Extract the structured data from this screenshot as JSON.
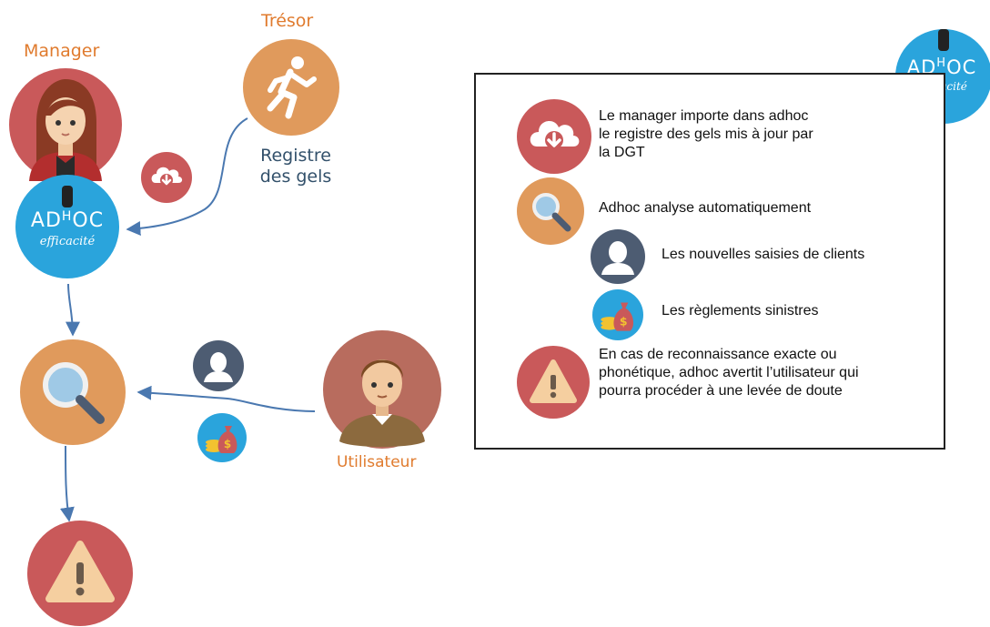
{
  "actors": {
    "manager": "Manager",
    "tresor": "Trésor",
    "utilisateur": "Utilisateur"
  },
  "registre": {
    "line1": "Registre",
    "line2": "des gels"
  },
  "logo": {
    "text_left": "AD",
    "text_right": "OC",
    "text_mid": "H",
    "tagline": "efficacité"
  },
  "legend": {
    "import": [
      "Le manager importe dans adhoc",
      "le registre des gels mis à jour par",
      "la DGT"
    ],
    "analyse": "Adhoc analyse automatiquement",
    "clients": "Les nouvelles saisies de clients",
    "reglements": "Les règlements sinistres",
    "alerte": [
      "En cas de reconnaissance exacte ou",
      "phonétique, adhoc avertit l’utilisateur qui",
      "pourra procéder à une levée de doute"
    ]
  },
  "colors": {
    "red": "#c9595a",
    "orange": "#e09a5c",
    "blue_logo": "#2aa4dc",
    "slate": "#4d5c72",
    "arrow": "#4a78b0",
    "label_orange": "#e07b2e"
  },
  "icons": {
    "download": "cloud-download-icon",
    "search": "magnifier-icon",
    "user": "user-silhouette-icon",
    "money": "money-bag-icon",
    "warning": "warning-triangle-icon",
    "runner": "running-man-icon"
  }
}
